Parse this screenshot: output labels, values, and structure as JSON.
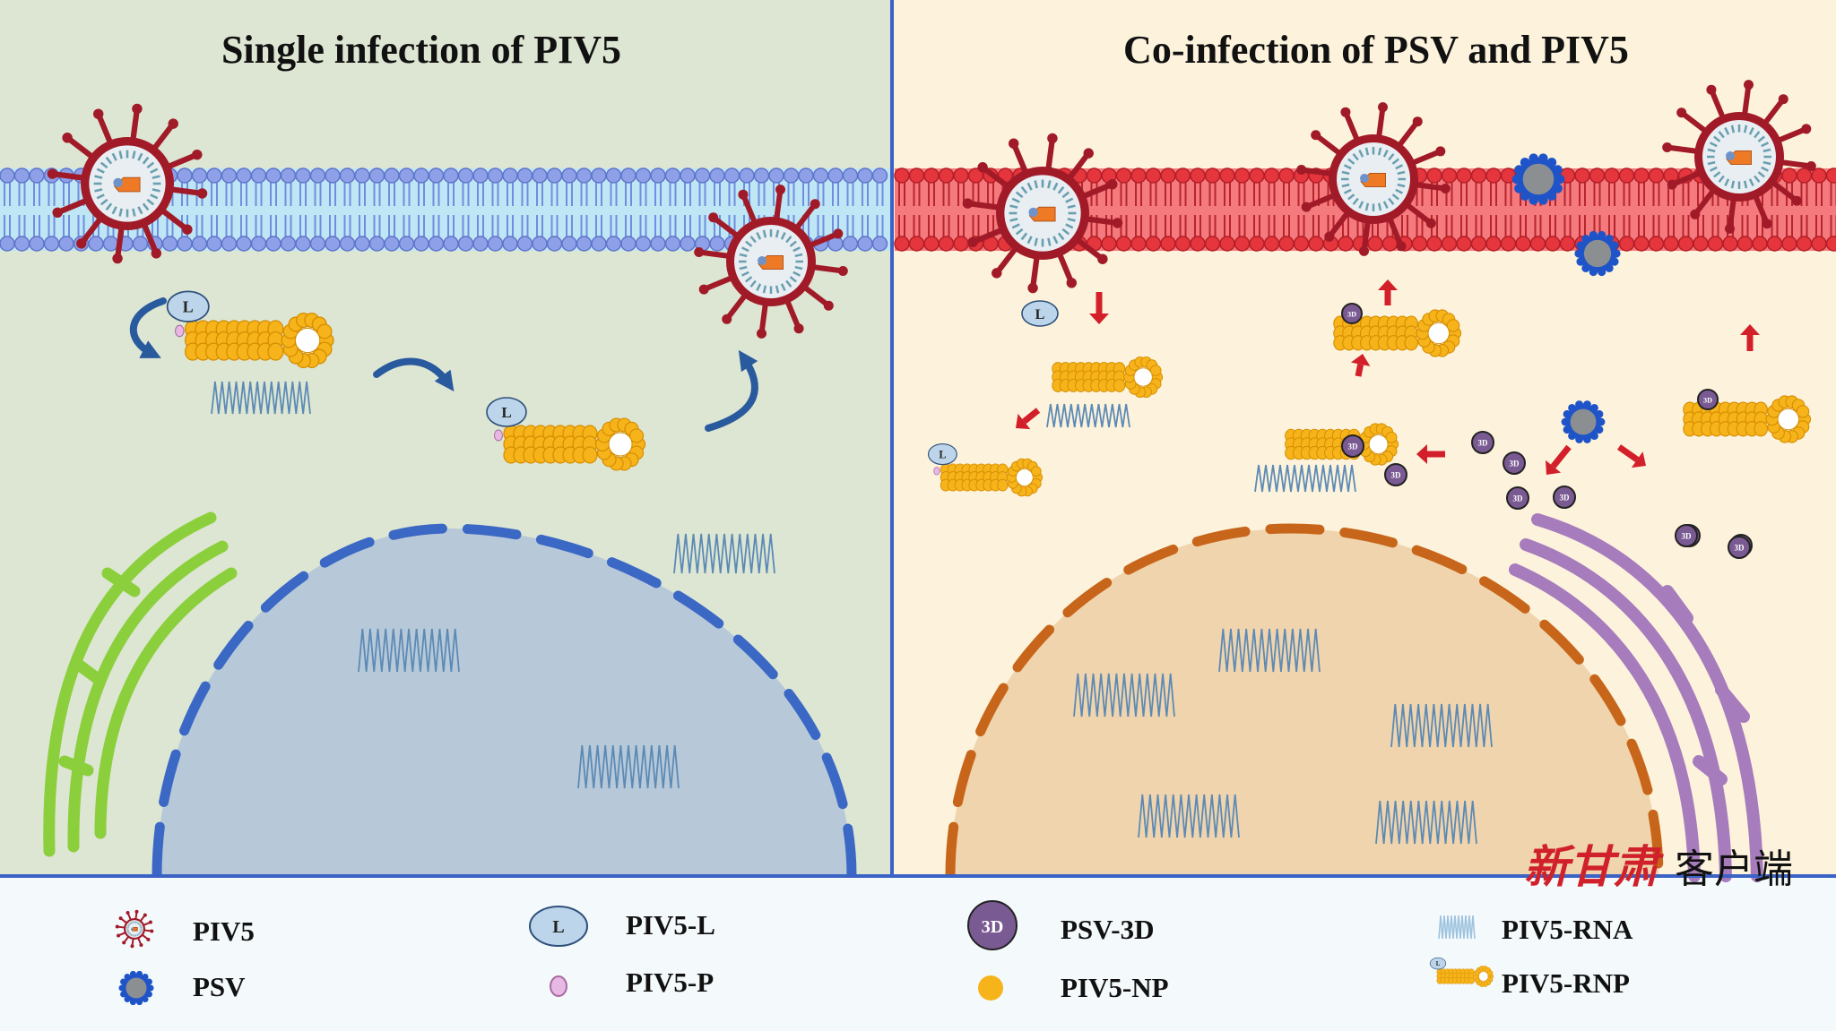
{
  "panels": {
    "left_title": "Single infection of PIV5",
    "right_title": "Co-infection of PSV and PIV5"
  },
  "marks": {
    "L": "L",
    "3D": "3D"
  },
  "legend": {
    "items": [
      {
        "key": "piv5",
        "label": "PIV5"
      },
      {
        "key": "psv",
        "label": "PSV"
      },
      {
        "key": "piv5_l",
        "label": "PIV5-L"
      },
      {
        "key": "piv5_p",
        "label": "PIV5-P"
      },
      {
        "key": "psv_3d",
        "label": "PSV-3D"
      },
      {
        "key": "piv5_np",
        "label": "PIV5-NP"
      },
      {
        "key": "piv5_rna",
        "label": "PIV5-RNA"
      },
      {
        "key": "piv5_rnp",
        "label": "PIV5-RNP"
      }
    ]
  },
  "watermark": {
    "brand": "新甘肃",
    "suffix": "客户端"
  },
  "colors": {
    "left_bg": "#dde6d3",
    "right_bg": "#fdf3dc",
    "legend_bg": "#f4f9fb",
    "blue_membrane": "#8ea0e8",
    "red_membrane": "#e5353d",
    "virus": "#a11a28",
    "np": "#f6b31a",
    "psv": "#1f54c8",
    "psv_3d": "#7a5a92",
    "arrow_red": "#d21f2a",
    "arrow_blue": "#2a5a9e",
    "nucleus_left": "#b7c9d9",
    "nucleus_right": "#f0d4ad",
    "er_green": "#8ccf3c",
    "er_purple": "#a77cbd"
  }
}
